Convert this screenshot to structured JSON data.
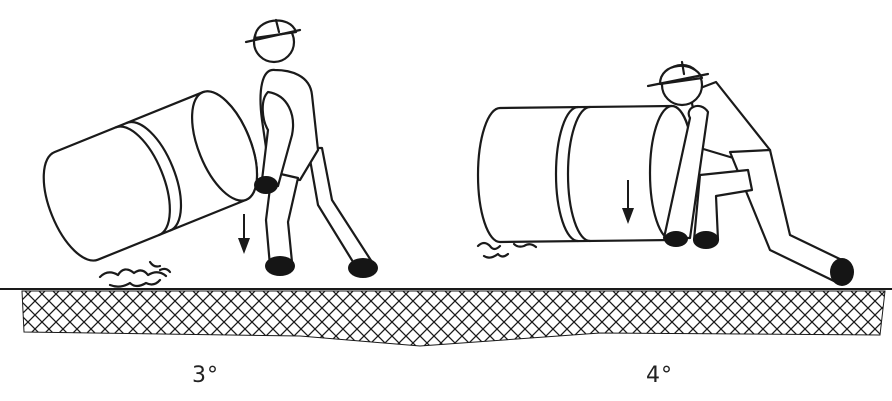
{
  "steps": [
    {
      "label": "3°"
    },
    {
      "label": "4°"
    }
  ],
  "colors": {
    "ink": "#1a1a1a",
    "background": "#ffffff"
  },
  "icons": [
    "oil-drum",
    "worker-hardhat",
    "down-arrow",
    "spill-puddle",
    "ground-hatching"
  ]
}
